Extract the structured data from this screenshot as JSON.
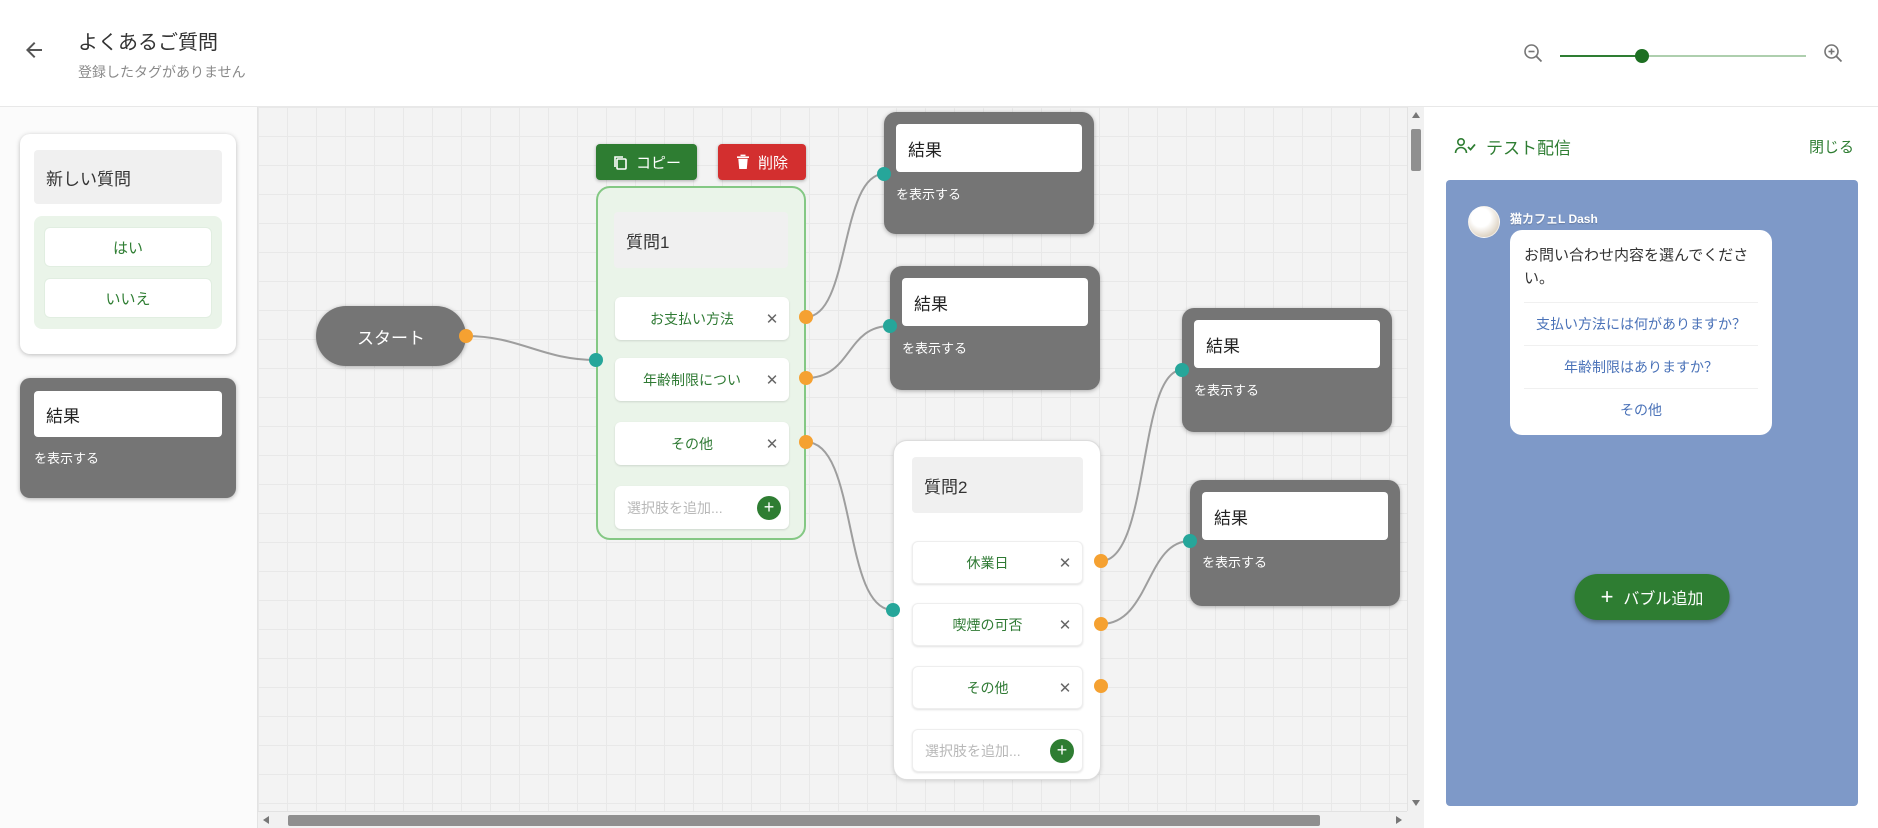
{
  "header": {
    "title": "よくあるご質問",
    "subtitle": "登録したタグがありません"
  },
  "toolbar": {
    "copy_label": "コピー",
    "delete_label": "削除"
  },
  "sidebar": {
    "question_template": {
      "title": "新しい質問",
      "options": [
        "はい",
        "いいえ"
      ]
    },
    "result_template": {
      "title": "結果",
      "caption": "を表示する"
    }
  },
  "canvas": {
    "start_label": "スタート",
    "question1": {
      "title": "質問1",
      "options": [
        "お支払い方法",
        "年齢制限につい",
        "その他"
      ],
      "add_placeholder": "選択肢を追加..."
    },
    "question2": {
      "title": "質問2",
      "options": [
        "休業日",
        "喫煙の可否",
        "その他"
      ],
      "add_placeholder": "選択肢を追加..."
    },
    "result_title": "結果",
    "result_caption": "を表示する"
  },
  "preview": {
    "title": "テスト配信",
    "close_label": "閉じる",
    "account_name": "猫カフェL Dash",
    "message": "お問い合わせ内容を選んでください。",
    "options": [
      "支払い方法には何がありますか？",
      "年齢制限はありますか？",
      "その他"
    ],
    "add_bubble_label": "バブル追加"
  },
  "icons": {
    "remove": "✕",
    "add_plus": "+"
  },
  "colors": {
    "accent_green": "#2e7d32",
    "delete_red": "#d32f2f",
    "node_gray": "#757575",
    "connector_out": "#f5a131",
    "connector_in": "#26a69a",
    "panel_blue": "#7e99c8",
    "chat_link_blue": "#4a72b8"
  }
}
